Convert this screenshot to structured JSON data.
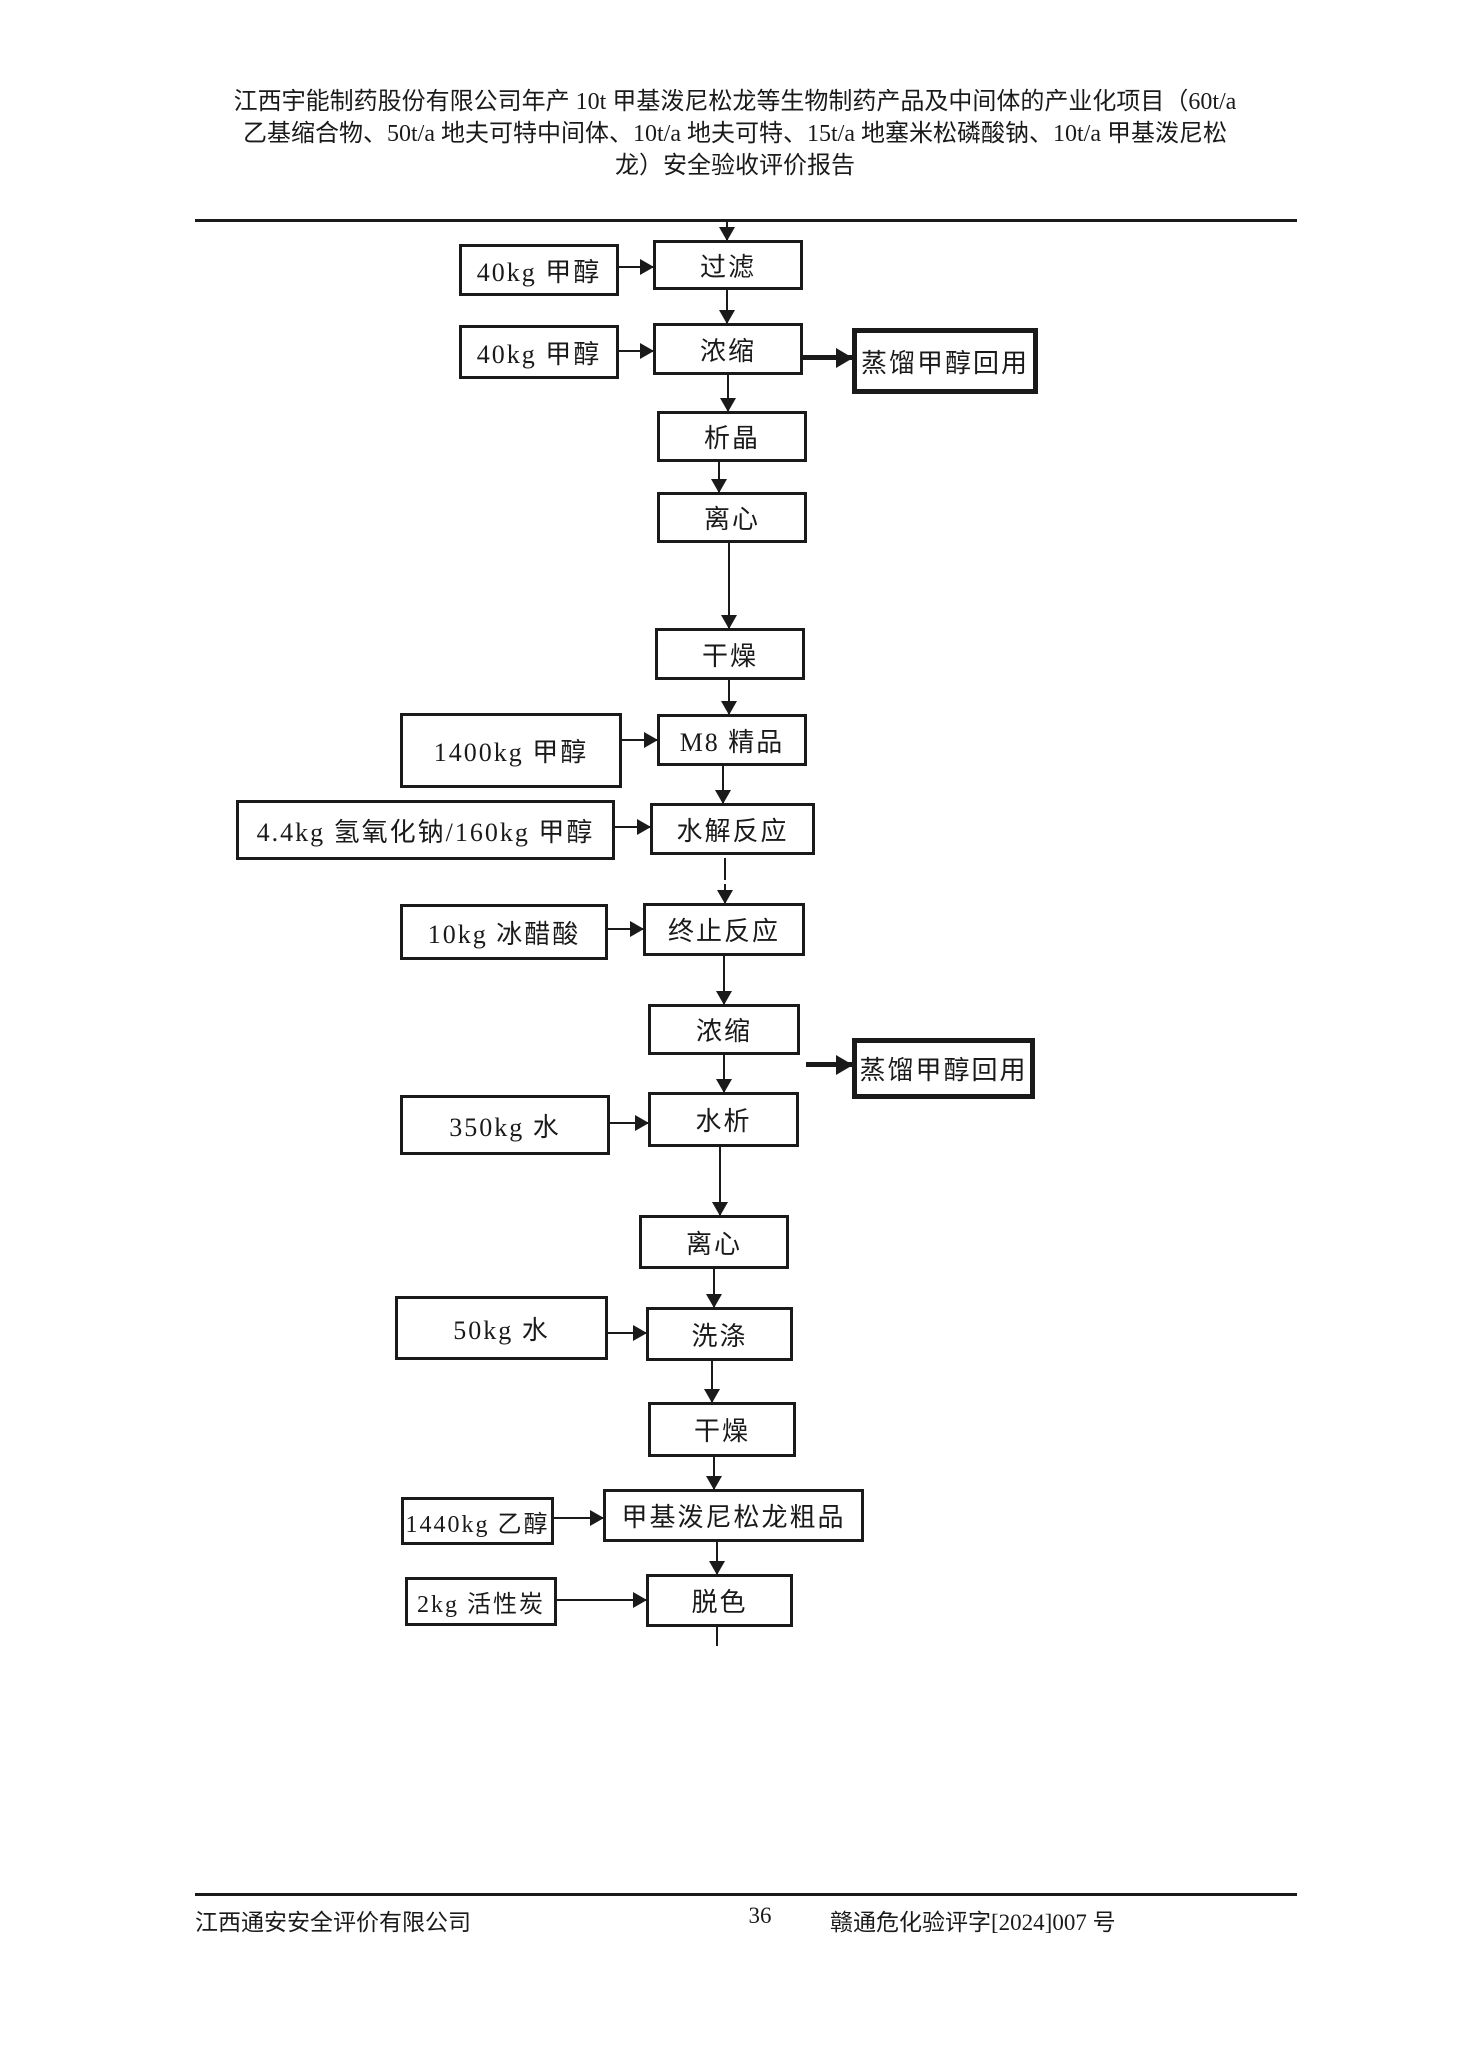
{
  "colors": {
    "ink": "#1a1a1a",
    "background": "#ffffff"
  },
  "header": {
    "lines": [
      "江西宇能制药股份有限公司年产 10t 甲基泼尼松龙等生物制药产品及中间体的产业化项目（60t/a",
      "乙基缩合物、50t/a 地夫可特中间体、10t/a 地夫可特、15t/a 地塞米松磷酸钠、10t/a 甲基泼尼松",
      "龙）安全验收评价报告"
    ]
  },
  "flow": {
    "steps": {
      "filter": "过滤",
      "concentrate1": "浓缩",
      "crystallize": "析晶",
      "centrifuge1": "离心",
      "dry1": "干燥",
      "m8_refined": "M8 精品",
      "hydrolysis": "水解反应",
      "terminate": "终止反应",
      "concentrate2": "浓缩",
      "water_precipitation": "水析",
      "centrifuge2": "离心",
      "wash": "洗涤",
      "dry2": "干燥",
      "crude": "甲基泼尼松龙粗品",
      "decolor": "脱色"
    },
    "inputs": {
      "methanol_40_1": "40kg 甲醇",
      "methanol_40_2": "40kg 甲醇",
      "methanol_1400": "1400kg 甲醇",
      "naoh_methanol": "4.4kg 氢氧化钠/160kg 甲醇",
      "glacial_acetic": "10kg 冰醋酸",
      "water_350": "350kg 水",
      "water_50": "50kg 水",
      "ethanol_1440": "1440kg 乙醇",
      "activated_carbon": "2kg 活性炭"
    },
    "outputs": {
      "recycle1": "蒸馏甲醇回用",
      "recycle2": "蒸馏甲醇回用"
    }
  },
  "footer": {
    "company": "江西通安安全评价有限公司",
    "page": "36",
    "doc_no": "赣通危化验评字[2024]007 号"
  }
}
